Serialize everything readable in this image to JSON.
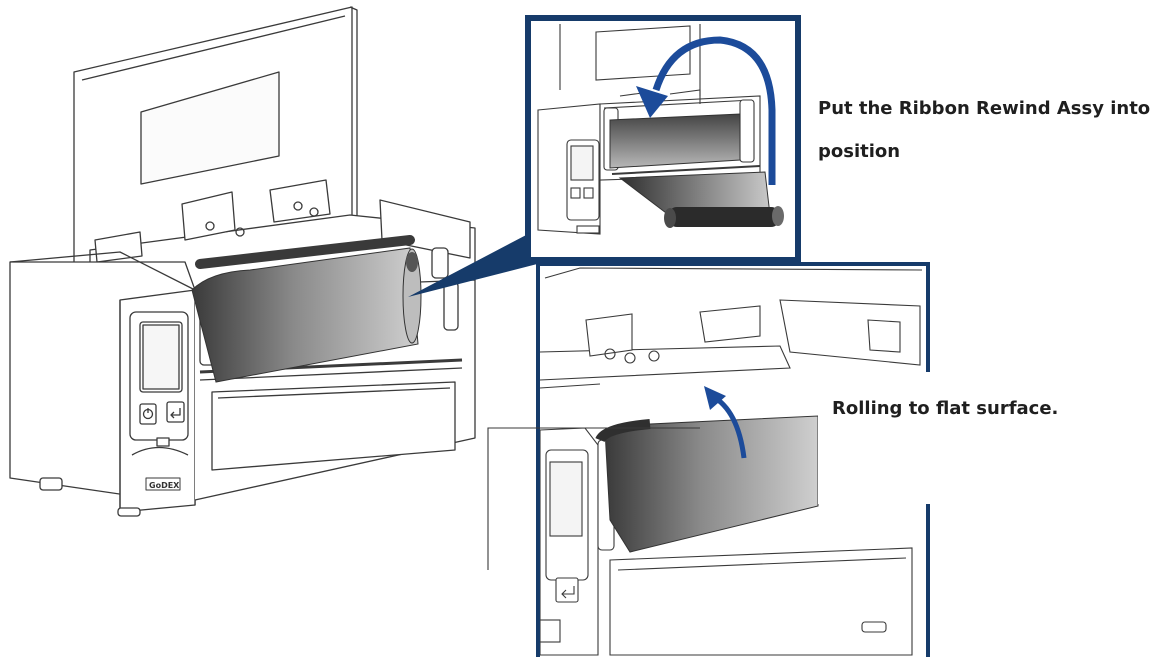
{
  "captions": {
    "step_top_line1": "Put the Ribbon Rewind Assy into",
    "step_top_line2": "position",
    "step_bottom": "Rolling to flat surface."
  },
  "brand_label": "GoDEX",
  "colors": {
    "frame": "#163b6a",
    "arrow": "#1c4b9a",
    "ribbon_dark": "#3d3d3d",
    "ribbon_light": "#bdbdbd",
    "line": "#3a3a3a"
  },
  "icons": [
    "power-button-icon",
    "feed-button-icon",
    "curved-arrow-icon"
  ]
}
